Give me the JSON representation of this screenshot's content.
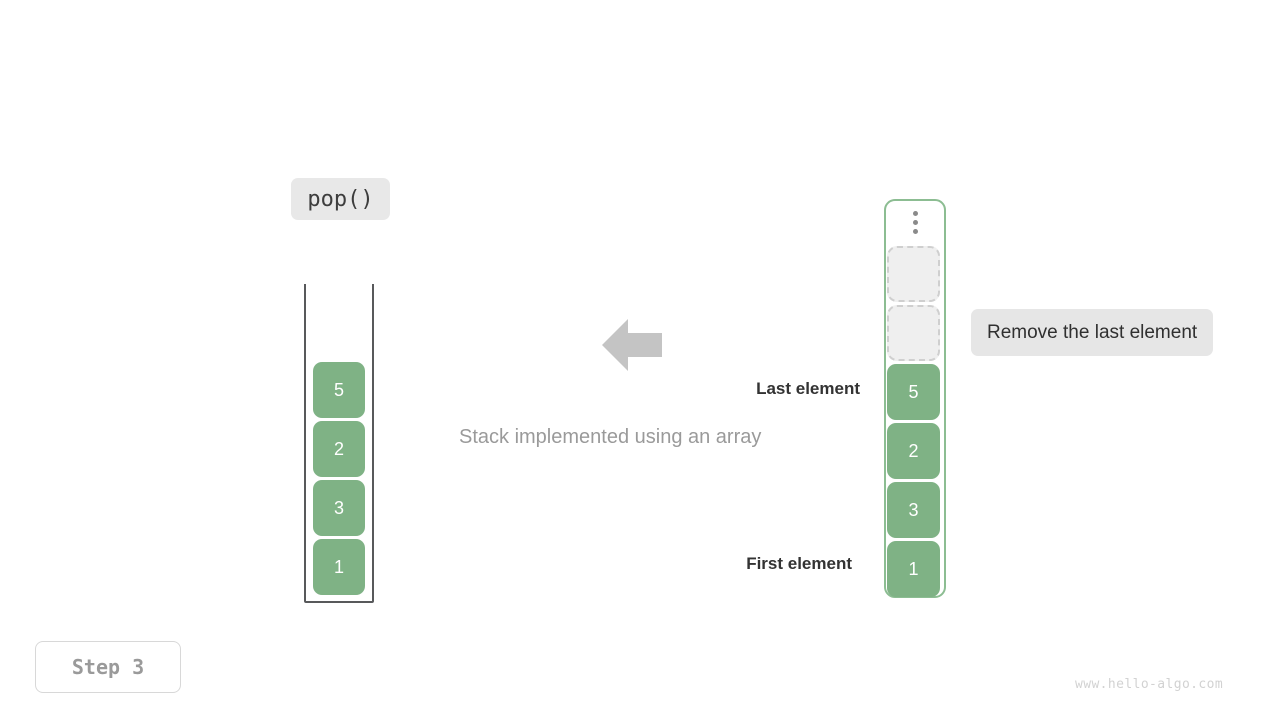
{
  "operation": {
    "label": "pop()"
  },
  "left_stack": {
    "name": "stack-container",
    "cells": [
      "5",
      "2",
      "3",
      "1"
    ]
  },
  "right_array": {
    "name": "array-container",
    "ellipsis_icon": "vertical-ellipsis-icon",
    "empty_slots": 2,
    "cells": [
      "5",
      "2",
      "3",
      "1"
    ]
  },
  "annotations": {
    "remove_note": "Remove the last element",
    "last_element": "Last element",
    "first_element": "First element",
    "caption": "Stack implemented using an array",
    "arrow_icon": "arrow-left-icon"
  },
  "footer": {
    "step_label": "Step 3",
    "watermark": "www.hello-algo.com"
  },
  "colors": {
    "cell_green": "#7fb285",
    "array_border_green": "#8cbd92",
    "badge_gray": "#e8e8e8",
    "arrow_gray": "#c4c4c4",
    "caption_gray": "#9a9a9a",
    "wall_gray": "#58595b"
  }
}
